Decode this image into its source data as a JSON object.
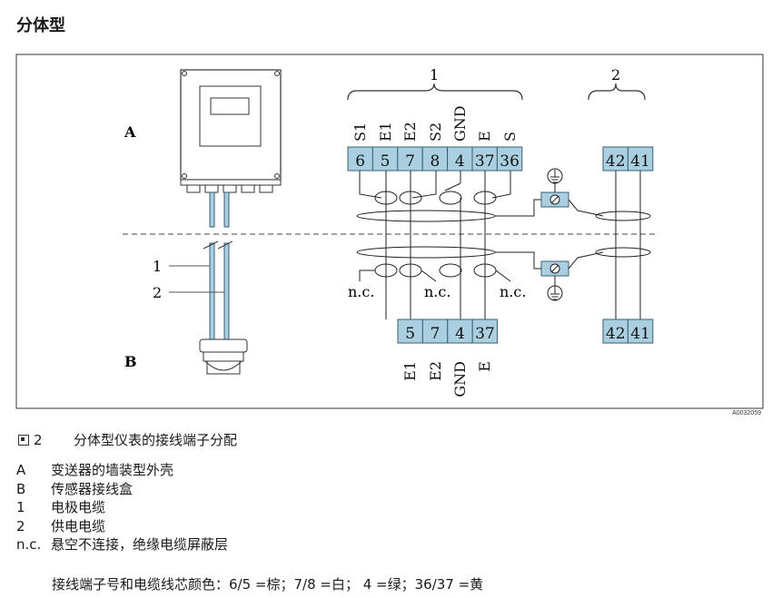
{
  "title": "分体型",
  "doc_code": "A0032059",
  "figure": {
    "number": "2",
    "caption": "分体型仪表的接线端子分配"
  },
  "labels": {
    "A": "A",
    "B": "B",
    "cable1": "1",
    "cable2": "2"
  },
  "brace_labels": {
    "group1": "1",
    "group2": "2"
  },
  "top_signals": [
    "S1",
    "E1",
    "E2",
    "S2",
    "GND",
    "E",
    "S"
  ],
  "top_terminals": [
    "6",
    "5",
    "7",
    "8",
    "4",
    "37",
    "36"
  ],
  "bottom_terminals": [
    "5",
    "7",
    "4",
    "37"
  ],
  "bottom_signals": [
    "E1",
    "E2",
    "GND",
    "E"
  ],
  "supply_terminals_top": [
    "42",
    "41"
  ],
  "supply_terminals_bottom": [
    "42",
    "41"
  ],
  "nc_label": "n.c.",
  "legend": [
    {
      "key": "A",
      "text": "变送器的墙装型外壳"
    },
    {
      "key": "B",
      "text": "传感器接线盒"
    },
    {
      "key": "1",
      "text": "电极电缆"
    },
    {
      "key": "2",
      "text": "供电电缆"
    },
    {
      "key": "n.c.",
      "text": "悬空不连接，绝缘电缆屏蔽层"
    }
  ],
  "note": "接线端子号和电缆线芯颜色：6/5 =棕；7/8 =白； 4 =绿；36/37 =黄",
  "colors": {
    "terminal_fill": "#a9cfe0",
    "terminal_stroke": "#3a5f73",
    "cable": "#a9cfe0",
    "line": "#222222"
  }
}
